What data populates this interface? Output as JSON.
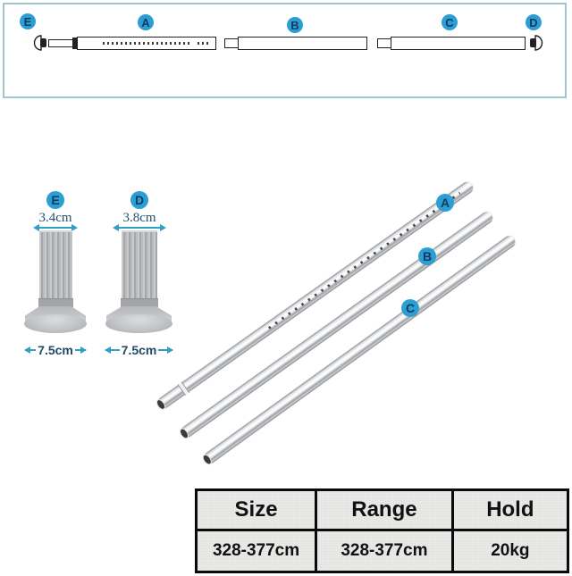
{
  "top_diagram": {
    "parts": [
      "E",
      "A",
      "B",
      "C",
      "D"
    ]
  },
  "rod_labels": [
    "A",
    "B",
    "C"
  ],
  "feet": [
    {
      "label": "E",
      "diameter": "3.4cm",
      "base_width": "7.5cm"
    },
    {
      "label": "D",
      "diameter": "3.8cm",
      "base_width": "7.5cm"
    }
  ],
  "spec_table": {
    "headers": [
      "Size",
      "Range",
      "Hold"
    ],
    "values": [
      "328-377cm",
      "328-377cm",
      "20kg"
    ]
  },
  "colors": {
    "accent_blue": "#2b9fd3",
    "label_text": "#123a5e",
    "arrow_teal": "#2f9fc4",
    "box_border": "#9fc5cf",
    "table_bg": "#e9e9e7",
    "foot_gray": "#b0b1b5"
  }
}
